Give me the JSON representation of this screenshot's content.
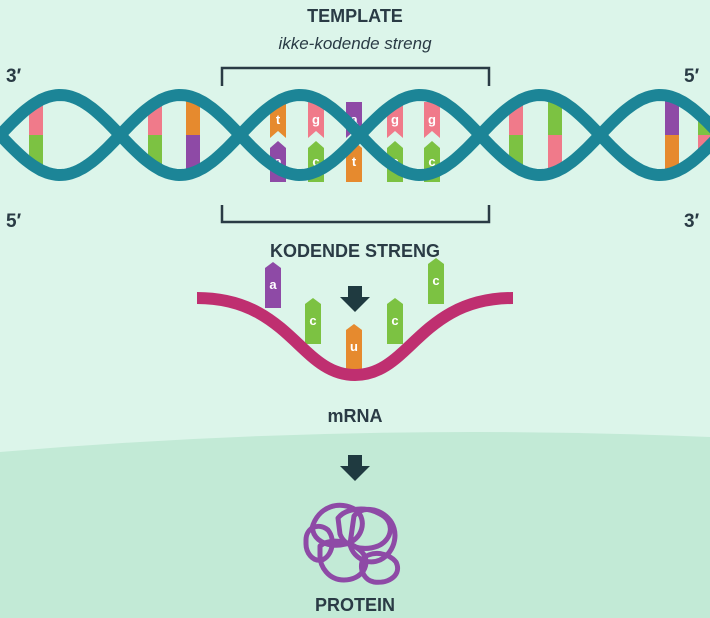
{
  "labels": {
    "template_title": "TEMPLATE",
    "template_sub": "ikke-kodende streng",
    "coding_strand": "KODENDE STRENG",
    "mrna": "mRNA",
    "protein": "PROTEIN",
    "top_left_end": "3′",
    "top_right_end": "5′",
    "bottom_left_end": "5′",
    "bottom_right_end": "3′"
  },
  "template_bases": [
    "t",
    "g",
    "a",
    "g",
    "g"
  ],
  "coding_bases": [
    "a",
    "c",
    "t",
    "c",
    "c"
  ],
  "mrna_bases": [
    "a",
    "c",
    "u",
    "c",
    "c"
  ],
  "colors": {
    "background_top": "#dcf5ea",
    "background_bottom": "#c2ead6",
    "backbone": "#1c8597",
    "mrna": "#bf2f70",
    "arrow": "#1f3a40",
    "protein": "#8e4aa6",
    "bracket": "#2a3b45",
    "base_a": "#8e4aa6",
    "base_t": "#e68a2e",
    "base_u": "#e68a2e",
    "base_g": "#f07a8a",
    "base_c": "#7cc242"
  }
}
